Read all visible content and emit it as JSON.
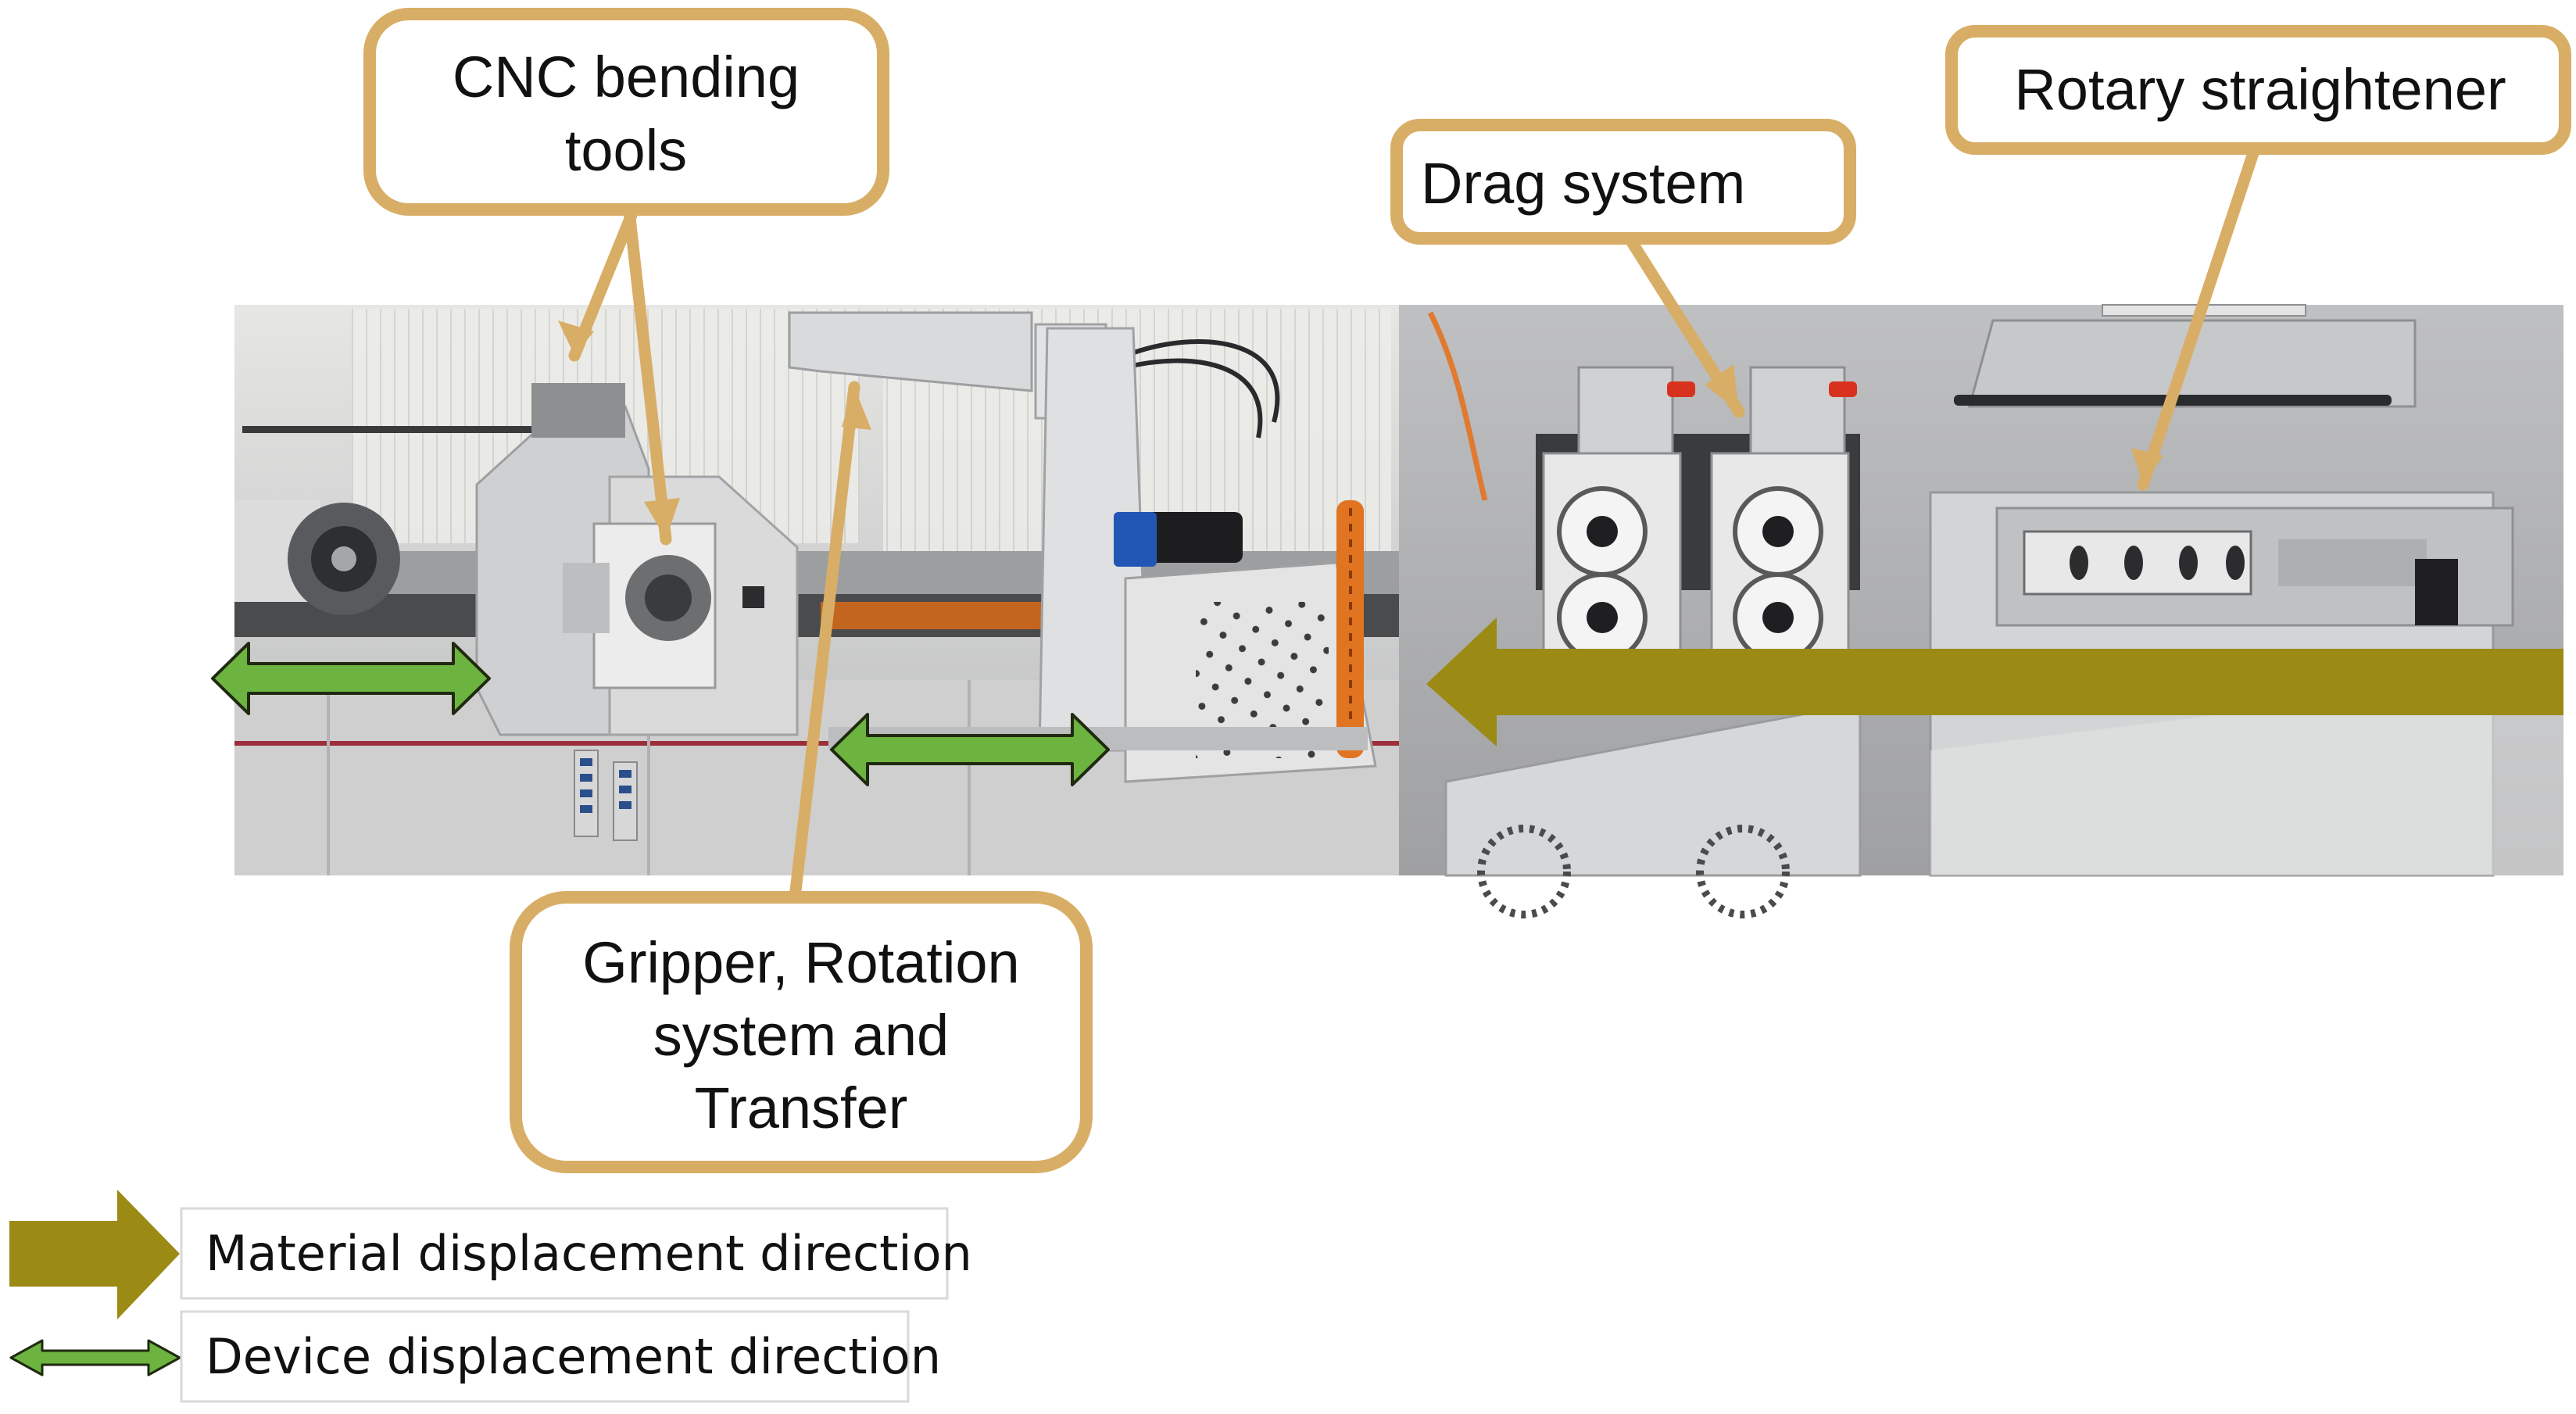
{
  "colors": {
    "callout_border": "#D8AE66",
    "material_arrow": "#9B8A14",
    "device_arrow": "#6DB33F",
    "device_arrow_outline": "#1F2A10",
    "photo_left_bg": "#c9cacc",
    "photo_right_bg": "#a9aaac"
  },
  "callouts": {
    "cnc": {
      "line1": "CNC bending",
      "line2": "tools"
    },
    "drag": {
      "label": "Drag system"
    },
    "rotary": {
      "label": "Rotary straightener"
    },
    "gripper": {
      "line1": "Gripper, Rotation",
      "line2": "system and",
      "line3": "Transfer"
    }
  },
  "legend": {
    "material": {
      "label": "Material displacement direction",
      "icon": "material-direction-arrow"
    },
    "device": {
      "label": "Device displacement direction",
      "icon": "device-direction-double-arrow"
    }
  }
}
